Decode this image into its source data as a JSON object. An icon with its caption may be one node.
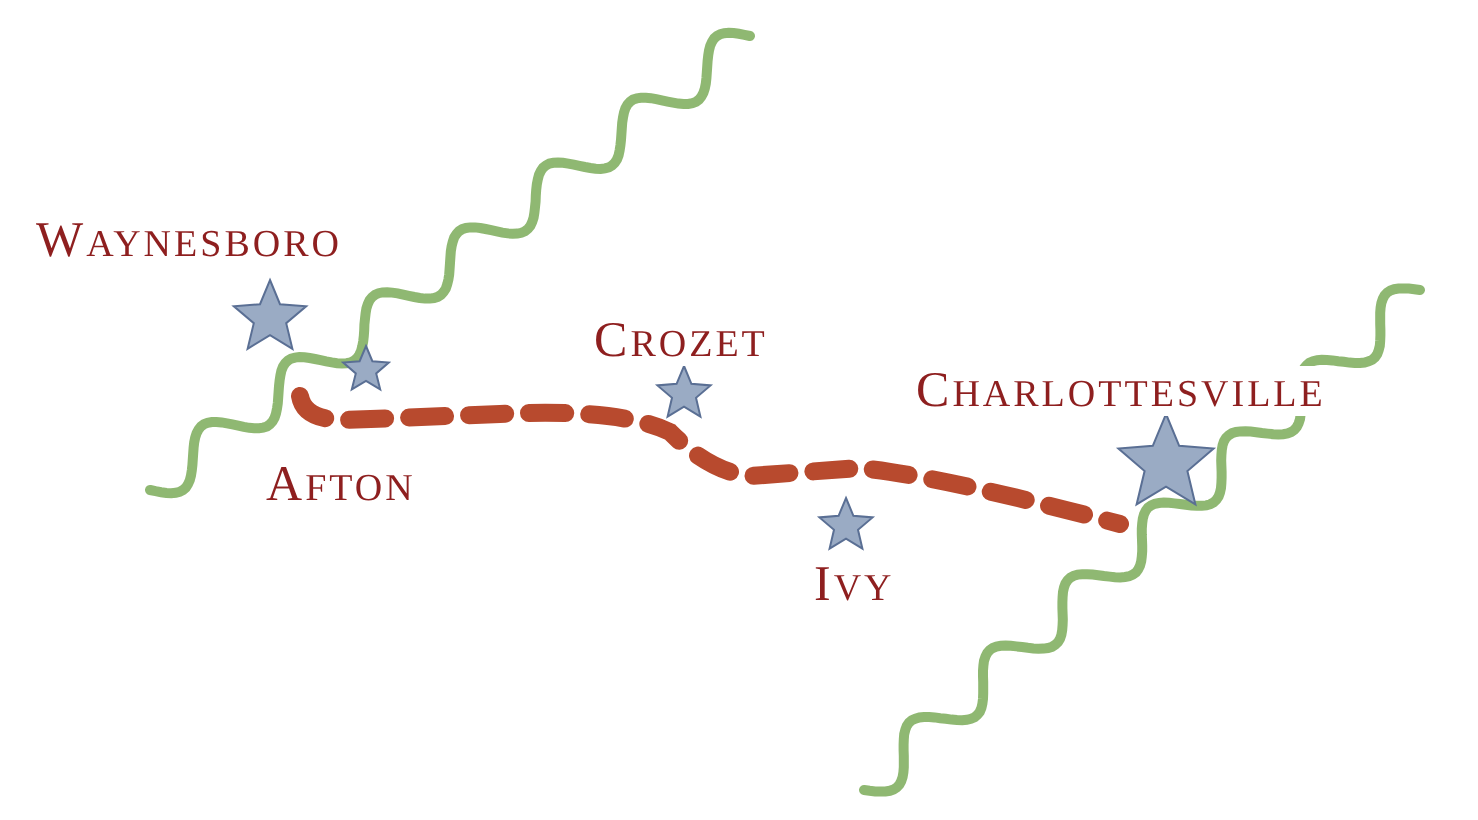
{
  "diagram": {
    "labels": [
      "WAYNESBORO",
      "CROZET",
      "CHARLOTTESVILLE",
      "AFTON",
      "IVY"
    ]
  }
}
